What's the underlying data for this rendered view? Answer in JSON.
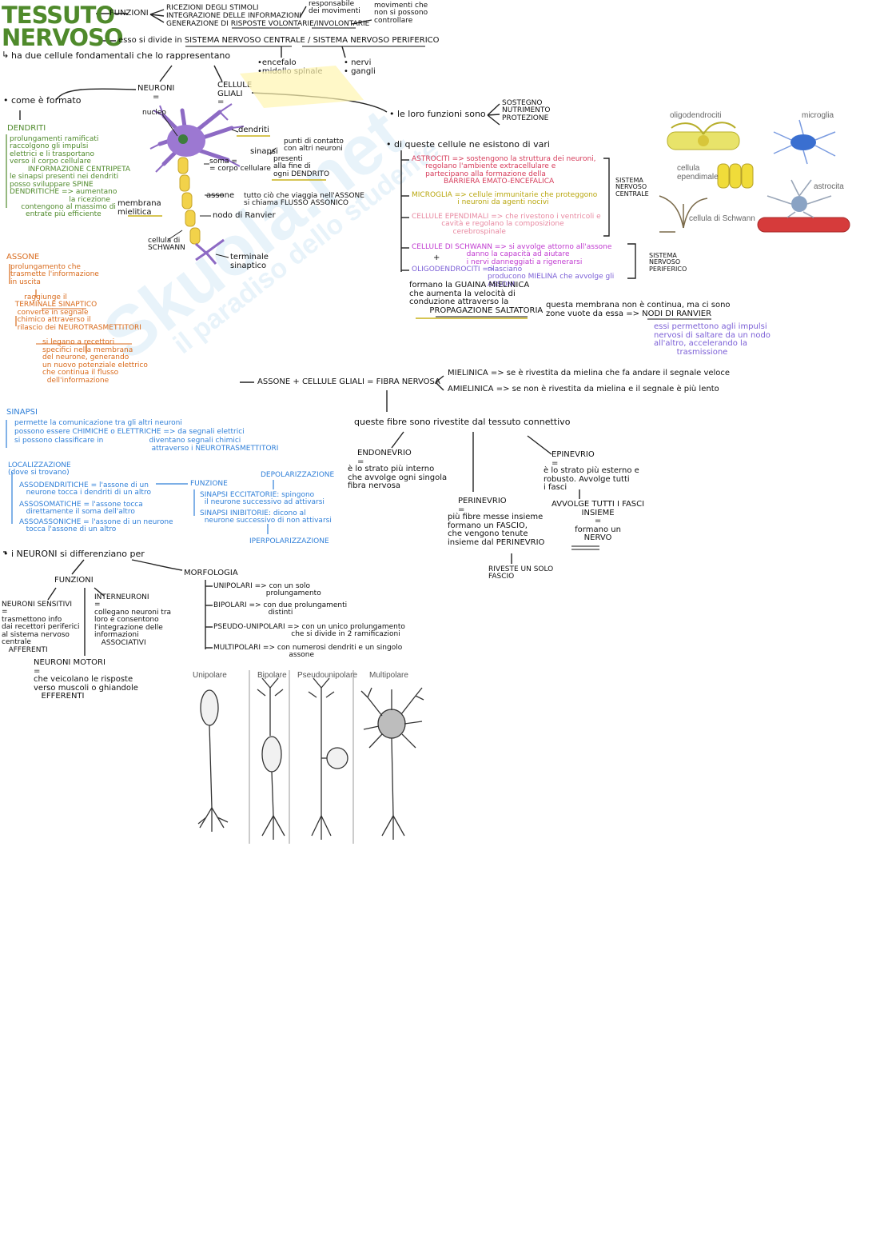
{
  "title": {
    "line1": "TESSUTO",
    "line2": "NERVOSO"
  },
  "intro": {
    "funzioni": "FUNZIONI",
    "funzioni_list": [
      "RICEZIONI DEGLI STIMOLI",
      "INTEGRAZIONE DELLE INFORMAZIONI",
      "GENERAZIONE DI RISPOSTE VOLONTARIE/INVOLONTARIE"
    ],
    "responsabile": "responsabile\ndei movimenti",
    "movimenti": "movimenti che\nnon si possono\ncontrollare",
    "divisione": "esso si divide in SISTEMA NERVOSO CENTRALE / SISTEMA NERVOSO PERIFERICO",
    "centrale_items": "•encefalo\n•midollo spinale",
    "periferico_items": "• nervi\n• gangli",
    "cellule": "ha due cellule fondamentali che lo rappresentano"
  },
  "neuron_diagram": {
    "neuroni": "NEURONI\n=",
    "glia": "CELLULE\nGLIALI\n=",
    "come_formato": "• come è formato",
    "nucleo": "nucleo",
    "dendriti": "dendriti",
    "sinapsi": "sinapsi",
    "sinapsi_desc": "punti di contatto\ncon altri neuroni",
    "presenti": "presenti\nalla fine di\nogni DENDRITO",
    "soma": "soma =\n= corpo cellulare",
    "membrana": "membrana\nmielitica",
    "assone": "assone",
    "assone_desc": "tutto ciò che viaggia nell'ASSONE\nsi chiama FLUSSO ASSONICO",
    "nodo": "nodo di Ranvier",
    "schwann": "cellula di\nSCHWANN",
    "terminale": "terminale\nsinaptico"
  },
  "dendriti_notes": {
    "heading": "DENDRITI",
    "body": "prolungamenti ramificati\nraccolgono gli impulsi\nelettrici e li trasportano\nverso il corpo cellulare\n        INFORMAZIONE CENTRIPETA\nle sinapsi presenti nei dendriti\nposso sviluppare SPINE\nDENDRITICHE => aumentano\n                          la ricezione\n     contengono al massimo di\n       entrate più efficiente"
  },
  "assone_notes": {
    "heading": "ASSONE",
    "body": "prolungamento che\ntrasmette l'informazione\nin uscita\n\n      raggiunge il\n  TERMINALE SINAPTICO\n   converte in segnale\n   chimico attraverso il\n   rilascio dei NEUROTRASMETTITORI\n\n              si legano a recettori\n              specifici nella membrana\n              del neurone, generando\n              un nuovo potenziale elettrico\n              che continua il flusso\n                dell'informazione"
  },
  "glia_notes": {
    "funzioni": "• le loro funzioni sono",
    "funzioni_list": "SOSTEGNO\nNUTRIMENTO\nPROTEZIONE",
    "tipi": "• di queste cellule ne esistono di vari",
    "astrociti": "ASTROCITI => sostengono la struttura dei neuroni,\n      regolano l'ambiente extracellulare e\n      partecipano alla formazione della\n              BARRIERA EMATO-ENCEFALICA",
    "microglia": "MICROGLIA => cellule immunitarie che proteggono\n                    i neuroni da agenti nocivi",
    "ependimali": "CELLULE EPENDIMALI => che rivestono i ventricoli e\n             cavità e regolano la composizione\n                  cerebrospinale",
    "snc": "SISTEMA\nNERVOSO\nCENTRALE",
    "schwann": "CELLULE DI SCHWANN => si avvolge attorno all'assone\n                        danno la capacità ad aiutare\n                        i nervi danneggiati a rigenerarsi",
    "plus": "+",
    "oligo": "OLIGODENDROCITI =>",
    "oligo_desc": "rilasciano\nproducono MIELINA che avvolge gli\nASSONI",
    "snp": "SISTEMA\nNERVOSO\nPERIFERICO",
    "guaina": "formano la GUAINA MIELINICA\nche aumenta la velocità di\nconduzione attraverso la\n        PROPAGAZIONE SALTATORIA",
    "membrana": "questa membrana non è continua, ma ci sono\nzone vuote da essa => NODI DI RANVIER",
    "ranvier_desc": "essi permettono agli impulsi\nnervosi di saltare da un nodo\nall'altro, accelerando la\n         trasmissione"
  },
  "glia_image": {
    "oligodendrociti": "oligodendrociti",
    "microglia": "microglia",
    "ependimale": "cellula\nependimale",
    "astrocita": "astrocita",
    "schwann": "cellula di Schwann"
  },
  "fibra": {
    "equation": "ASSONE + CELLULE GLIALI = FIBRA NERVOSA",
    "mielinica": "MIELINICA => se è rivestita da mielina che fa andare il segnale veloce",
    "amielinica": "AMIELINICA => se non è rivestita da mielina e il segnale è più lento",
    "connettivo": "queste fibre sono rivestite dal tessuto connettivo",
    "endonevrio": "ENDONEVRIO\n=",
    "endonevrio_desc": "è lo strato più interno\nche avvolge ogni singola\nfibra nervosa",
    "perinevrio": "PERINEVRIO\n=",
    "perinevrio_desc": "più fibre messe insieme\nformano un FASCIO,\nche vengono tenute\ninsieme dal PERINEVRIO",
    "riveste": "RIVESTE UN SOLO\nFASCIO",
    "epinevrio": "EPINEVRIO\n=",
    "epinevrio_desc": "è lo strato più esterno e\nrobusto. Avvolge tutti\ni fasci",
    "avvolge": "AVVOLGE TUTTI I FASCI\nINSIEME\n=\nformano un\nNERVO"
  },
  "sinapsi_notes": {
    "heading": "SINAPSI",
    "body": "permette la comunicazione tra gli altri neuroni\npossono essere CHIMICHE o ELETTRICHE => da segnali elettrici\nsi possono classificare in                    diventano segnali chimici\n                                                            attraverso i NEUROTRASMETTITORI",
    "localizzazione": "LOCALIZZAZIONE\n(dove si trovano)",
    "asso_dendritiche": "ASSODENDRITICHE = l'assone di un\n   neurone tocca i dendriti di un altro",
    "asso_somatiche": "ASSOSOMATICHE = l'assone tocca\n   direttamente il soma dell'altro",
    "asso_assoniche": "ASSOASSONICHE = l'assone di un neurone\n   tocca l'assone di un altro",
    "funzione": "FUNZIONE",
    "depolarizzazione": "DEPOLARIZZAZIONE",
    "eccitatorie": "SINAPSI ECCITATORIE: spingono\n  il neurone successivo ad attivarsi",
    "inibitorie": "SINAPSI INIBITORIE: dicono al\n  neurone successivo di non attivarsi",
    "iperpolarizzazione": "IPERPOLARIZZAZIONE"
  },
  "classificazione": {
    "heading": "• i NEURONI si differenziano per",
    "funzioni": "FUNZIONI",
    "sensitivi": "NEURONI SENSITIVI\n=\ntrasmettono info\ndai recettori periferici\nal sistema nervoso\ncentrale\n   AFFERENTI",
    "interneuroni": "INTERNEURONI\n=\ncollegano neuroni tra\nloro e consentono\nl'integrazione delle\ninformazioni\n   ASSOCIATIVI",
    "motori": "NEURONI MOTORI\n=\nche veicolano le risposte\nverso muscoli o ghiandole\n   EFFERENTI",
    "morfologia": "MORFOLOGIA",
    "unipolari": "UNIPOLARI => con un solo\n                       prolungamento",
    "bipolari": "BIPOLARI => con due prolungamenti\n                        distinti",
    "pseudo": "PSEUDO-UNIPOLARI => con un unico prolungamento\n                                  che si divide in 2 ramificazioni",
    "multipolari": "MULTIPOLARI => con numerosi dendriti e un singolo\n                                 assone"
  },
  "morph_image": {
    "labels": [
      "Unipolare",
      "Bipolare",
      "Pseudounipolare",
      "Multipolare"
    ]
  },
  "watermark": {
    "big": "Skuola.net",
    "small": "il paradiso dello studente"
  }
}
